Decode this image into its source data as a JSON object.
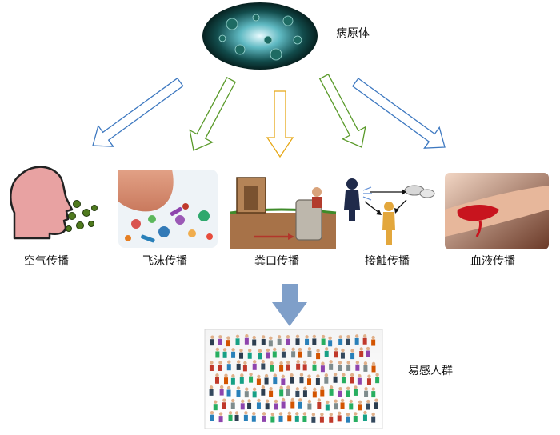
{
  "source": {
    "label": "病原体"
  },
  "routes": [
    {
      "id": "airborne",
      "label": "空气传播",
      "arrow_color": "#3d78c0"
    },
    {
      "id": "droplet",
      "label": "飞沫传播",
      "arrow_color": "#5a9a2a"
    },
    {
      "id": "fecal-oral",
      "label": "粪口传播",
      "arrow_color": "#e6a817"
    },
    {
      "id": "contact",
      "label": "接触传播",
      "arrow_color": "#5a9a2a"
    },
    {
      "id": "blood",
      "label": "血液传播",
      "arrow_color": "#3d78c0"
    }
  ],
  "target": {
    "label": "易感人群",
    "arrow_color": "#7f9fc9"
  },
  "colors": {
    "virus_bg": "#0b3b3a",
    "virus_glow": "#bfe9f0",
    "head": "#e8a2a2",
    "pathogen_dot": "#4f7a1e",
    "blood": "#c8141e",
    "skin": "#e7b79b"
  }
}
